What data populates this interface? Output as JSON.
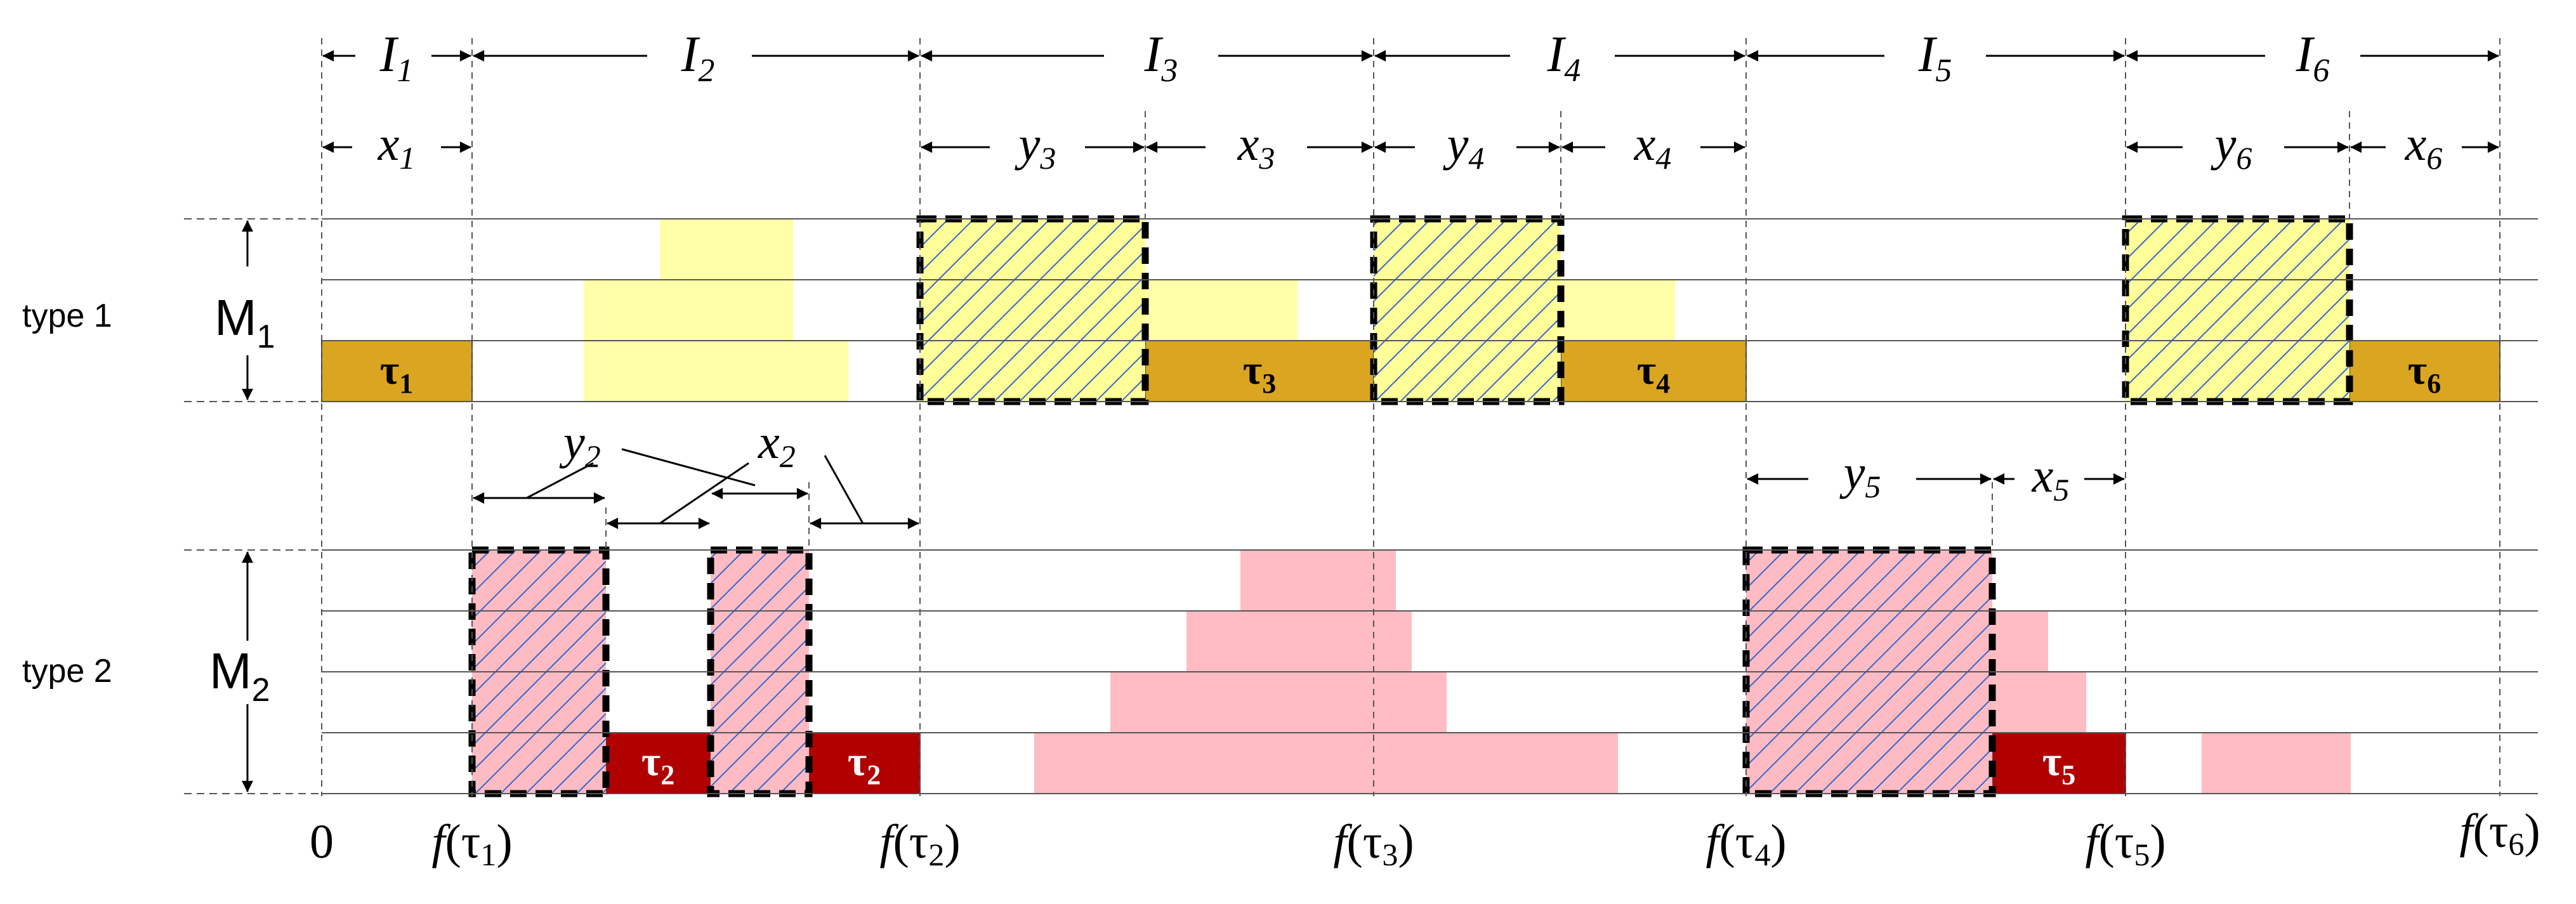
{
  "colors": {
    "tau1": "#DAA520",
    "tau2": "#B00000",
    "yellow": "#FFFFA8",
    "pink": "#FFBCC2",
    "hatch_yellow": "#FFFF99",
    "hatch_pink": "#FFBBC3",
    "hatch_line": "#3366CC",
    "line": "#555555"
  },
  "rows": {
    "type1": "type 1",
    "type2": "type 2",
    "m1": {
      "base": "M",
      "sub": "1"
    },
    "m2": {
      "base": "M",
      "sub": "2"
    }
  },
  "intervals": [
    {
      "base": "I",
      "sub": "1"
    },
    {
      "base": "I",
      "sub": "2"
    },
    {
      "base": "I",
      "sub": "3"
    },
    {
      "base": "I",
      "sub": "4"
    },
    {
      "base": "I",
      "sub": "5"
    },
    {
      "base": "I",
      "sub": "6"
    }
  ],
  "subintervals_top": [
    {
      "base": "x",
      "sub": "1"
    },
    {
      "base": "y",
      "sub": "3"
    },
    {
      "base": "x",
      "sub": "3"
    },
    {
      "base": "y",
      "sub": "4"
    },
    {
      "base": "x",
      "sub": "4"
    },
    {
      "base": "y",
      "sub": "6"
    },
    {
      "base": "x",
      "sub": "6"
    }
  ],
  "subintervals_mid": [
    {
      "base": "y",
      "sub": "2"
    },
    {
      "base": "x",
      "sub": "2"
    },
    {
      "base": "y",
      "sub": "5"
    },
    {
      "base": "x",
      "sub": "5"
    }
  ],
  "tau_labels": [
    {
      "base": "τ",
      "sub": "1"
    },
    {
      "base": "τ",
      "sub": "3"
    },
    {
      "base": "τ",
      "sub": "4"
    },
    {
      "base": "τ",
      "sub": "6"
    },
    {
      "base": "τ",
      "sub": "2"
    },
    {
      "base": "τ",
      "sub": "2"
    },
    {
      "base": "τ",
      "sub": "5"
    }
  ],
  "axis": {
    "zero": "0",
    "ticks": [
      {
        "f": "f",
        "open": "(τ",
        "sub": "1",
        "close": ")"
      },
      {
        "f": "f",
        "open": "(τ",
        "sub": "2",
        "close": ")"
      },
      {
        "f": "f",
        "open": "(τ",
        "sub": "3",
        "close": ")"
      },
      {
        "f": "f",
        "open": "(τ",
        "sub": "4",
        "close": ")"
      },
      {
        "f": "f",
        "open": "(τ",
        "sub": "5",
        "close": ")"
      },
      {
        "f": "f",
        "open": "(τ",
        "sub": "6",
        "close": ")"
      }
    ]
  }
}
